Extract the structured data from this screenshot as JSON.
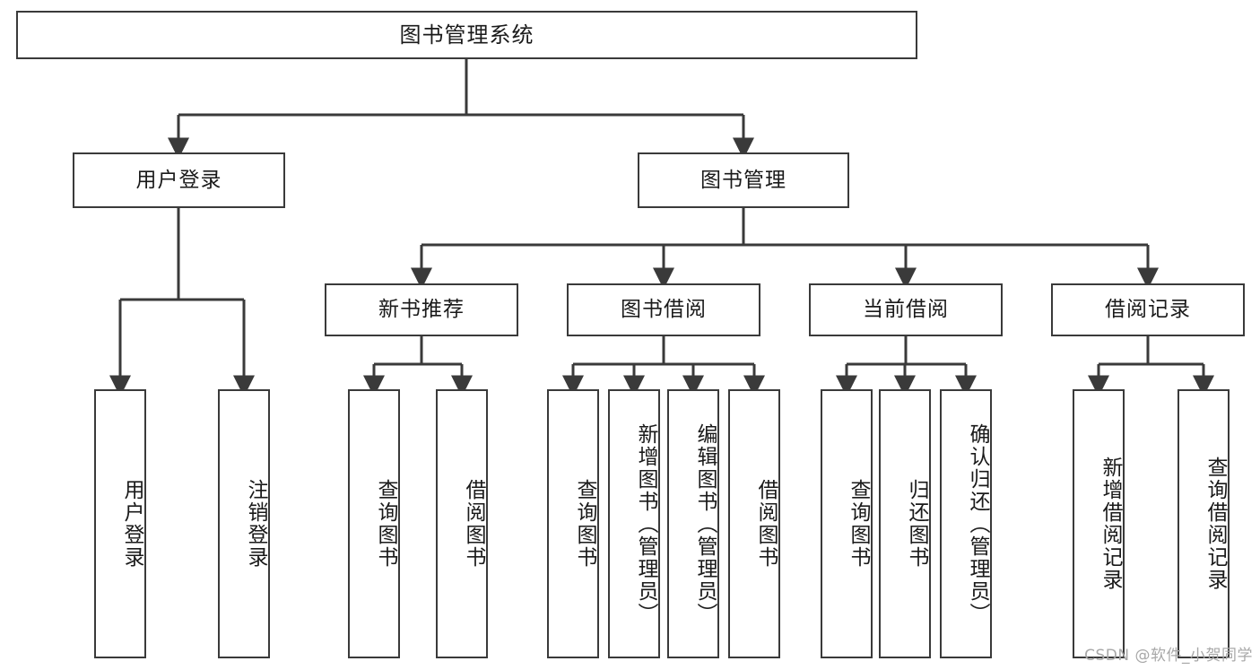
{
  "diagram": {
    "title": "图书管理系统",
    "type": "tree-hierarchy-chart",
    "orientation": "top-down",
    "root": {
      "label": "图书管理系统"
    },
    "level2": [
      {
        "id": "user-login",
        "label": "用户登录"
      },
      {
        "id": "book-management",
        "label": "图书管理"
      }
    ],
    "level3": [
      {
        "id": "new-book-recommend",
        "label": "新书推荐",
        "parent": "book-management"
      },
      {
        "id": "book-borrow",
        "label": "图书借阅",
        "parent": "book-management"
      },
      {
        "id": "current-borrow",
        "label": "当前借阅",
        "parent": "book-management"
      },
      {
        "id": "borrow-record",
        "label": "借阅记录",
        "parent": "book-management"
      }
    ],
    "leaves": [
      {
        "id": "leaf-user-login",
        "label": "用户登录",
        "parent": "user-login"
      },
      {
        "id": "leaf-logout-login",
        "label": "注销登录",
        "parent": "user-login"
      },
      {
        "id": "leaf-query-book-1",
        "label": "查询图书",
        "parent": "new-book-recommend"
      },
      {
        "id": "leaf-borrow-book-1",
        "label": "借阅图书",
        "parent": "new-book-recommend"
      },
      {
        "id": "leaf-query-book-2",
        "label": "查询图书",
        "parent": "book-borrow"
      },
      {
        "id": "leaf-add-book-admin",
        "label": "新增图书（管理员）",
        "parent": "book-borrow"
      },
      {
        "id": "leaf-edit-book-admin",
        "label": "编辑图书（管理员）",
        "parent": "book-borrow"
      },
      {
        "id": "leaf-borrow-book-2",
        "label": "借阅图书",
        "parent": "book-borrow"
      },
      {
        "id": "leaf-query-book-3",
        "label": "查询图书",
        "parent": "current-borrow"
      },
      {
        "id": "leaf-return-book",
        "label": "归还图书",
        "parent": "current-borrow"
      },
      {
        "id": "leaf-confirm-return-admin",
        "label": "确认归还（管理员）",
        "parent": "current-borrow"
      },
      {
        "id": "leaf-add-borrow-record",
        "label": "新增借阅记录",
        "parent": "borrow-record"
      },
      {
        "id": "leaf-query-borrow-record",
        "label": "查询借阅记录",
        "parent": "borrow-record"
      }
    ],
    "watermark": "CSDN @软件_小贺同学",
    "colors": {
      "stroke": "#3a3a3a",
      "text": "#1a1a1a",
      "background": "#ffffff",
      "watermark": "#a8a8a8"
    }
  }
}
